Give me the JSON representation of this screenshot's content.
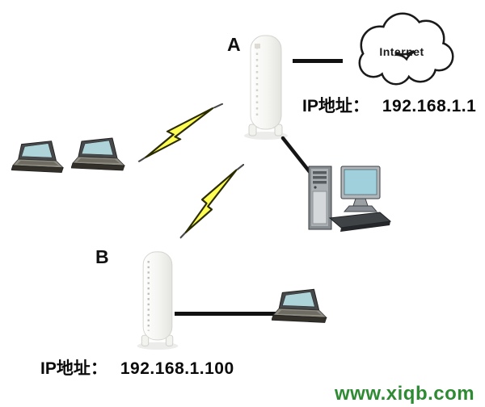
{
  "diagram": {
    "title_visible": false,
    "labels": {
      "router_a": "A",
      "router_b": "B",
      "internet": "Internet",
      "ip_a_label": "IP地址：",
      "ip_a_value": "192.168.1.1",
      "ip_b_label": "IP地址：",
      "ip_b_value": "192.168.1.100",
      "watermark": "www.xiqb.com"
    },
    "colors": {
      "lightning_fill": "#ffff55",
      "lightning_stroke": "#2b2b00",
      "antenna_stroke": "#4a4a4a",
      "laptop_screen_fill": "#aed4da",
      "monitor_screen_fill": "#9fd0dc",
      "line_color": "#111111",
      "watermark_color": "#2e8b33",
      "cloud_stroke": "#1a1a1a",
      "router_body": "#f6f6f3"
    },
    "icons": {
      "internet": "cloud-icon",
      "router_a": "router-tower-icon",
      "router_b": "router-tower-icon",
      "wireless_link": "lightning-bolt-icon",
      "client_laptop": "laptop-icon",
      "client_desktop": "desktop-pc-icon"
    },
    "connections": [
      {
        "from": "router-a",
        "to": "internet-cloud",
        "type": "wired"
      },
      {
        "from": "router-a",
        "to": "desktop-pc",
        "type": "wired"
      },
      {
        "from": "laptops-left",
        "to": "router-a",
        "type": "wireless"
      },
      {
        "from": "router-b",
        "to": "router-a",
        "type": "wireless"
      },
      {
        "from": "router-b",
        "to": "laptop-bottom",
        "type": "wired"
      }
    ]
  }
}
